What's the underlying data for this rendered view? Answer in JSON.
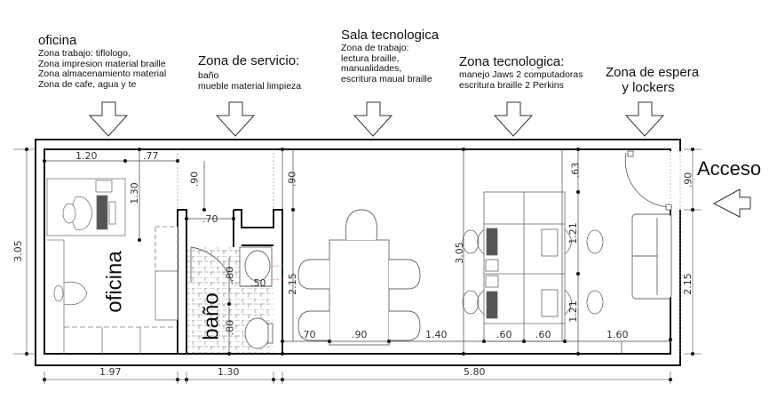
{
  "zones": [
    {
      "title": "oficina",
      "lines": [
        "Zona trabajo: tiflologo,",
        "Zona impresion material braille",
        "Zona almacenamiento material",
        "Zona de cafe, agua y te"
      ]
    },
    {
      "title": "Zona de servicio:",
      "lines": [
        "baño",
        "mueble material limpieza"
      ]
    },
    {
      "title": "Sala tecnologica",
      "lines": [
        "Zona de trabajo:",
        "lectura braille,",
        "manualidades,",
        "escritura maual braille"
      ]
    },
    {
      "title": "Zona tecnologica:",
      "lines": [
        "manejo Jaws 2 computadoras",
        "escritura braille 2 Perkins"
      ]
    },
    {
      "title": "Zona de espera",
      "title2": "y lockers"
    }
  ],
  "rooms": {
    "office": "oficina",
    "bath": "baño"
  },
  "access_label": "Acceso",
  "dimensions": {
    "office_desk_w": "1.20",
    "office_gap": ".77",
    "office_desk_h": "1.30",
    "total_height": "3.05",
    "office_width": "1.97",
    "bath_width": "1.30",
    "hall_width": "5.80",
    "bath_top_left": ".90",
    "bath_door": ".70",
    "bath_basin_h": ".80",
    "bath_basin_w": ".50",
    "bath_wc_h": ".80",
    "sala_top": ".90",
    "sala_side": "2.15",
    "sala_left": ".70",
    "sala_table": ".90",
    "sala_right": "1.40",
    "tech_height": "3.05",
    "tech_top": ".63",
    "tech_desk1": "1.21",
    "tech_desk2": "1.21",
    "tech_col1": ".60",
    "tech_col2": ".60",
    "wait_width": "1.60",
    "door_width": ".90",
    "right_lower": "2.15"
  },
  "colors": {
    "wall": "#111111",
    "dim_line": "#555555",
    "furniture": "#666666",
    "tile": "#9a9a9a",
    "marker": "#e07a8a"
  }
}
